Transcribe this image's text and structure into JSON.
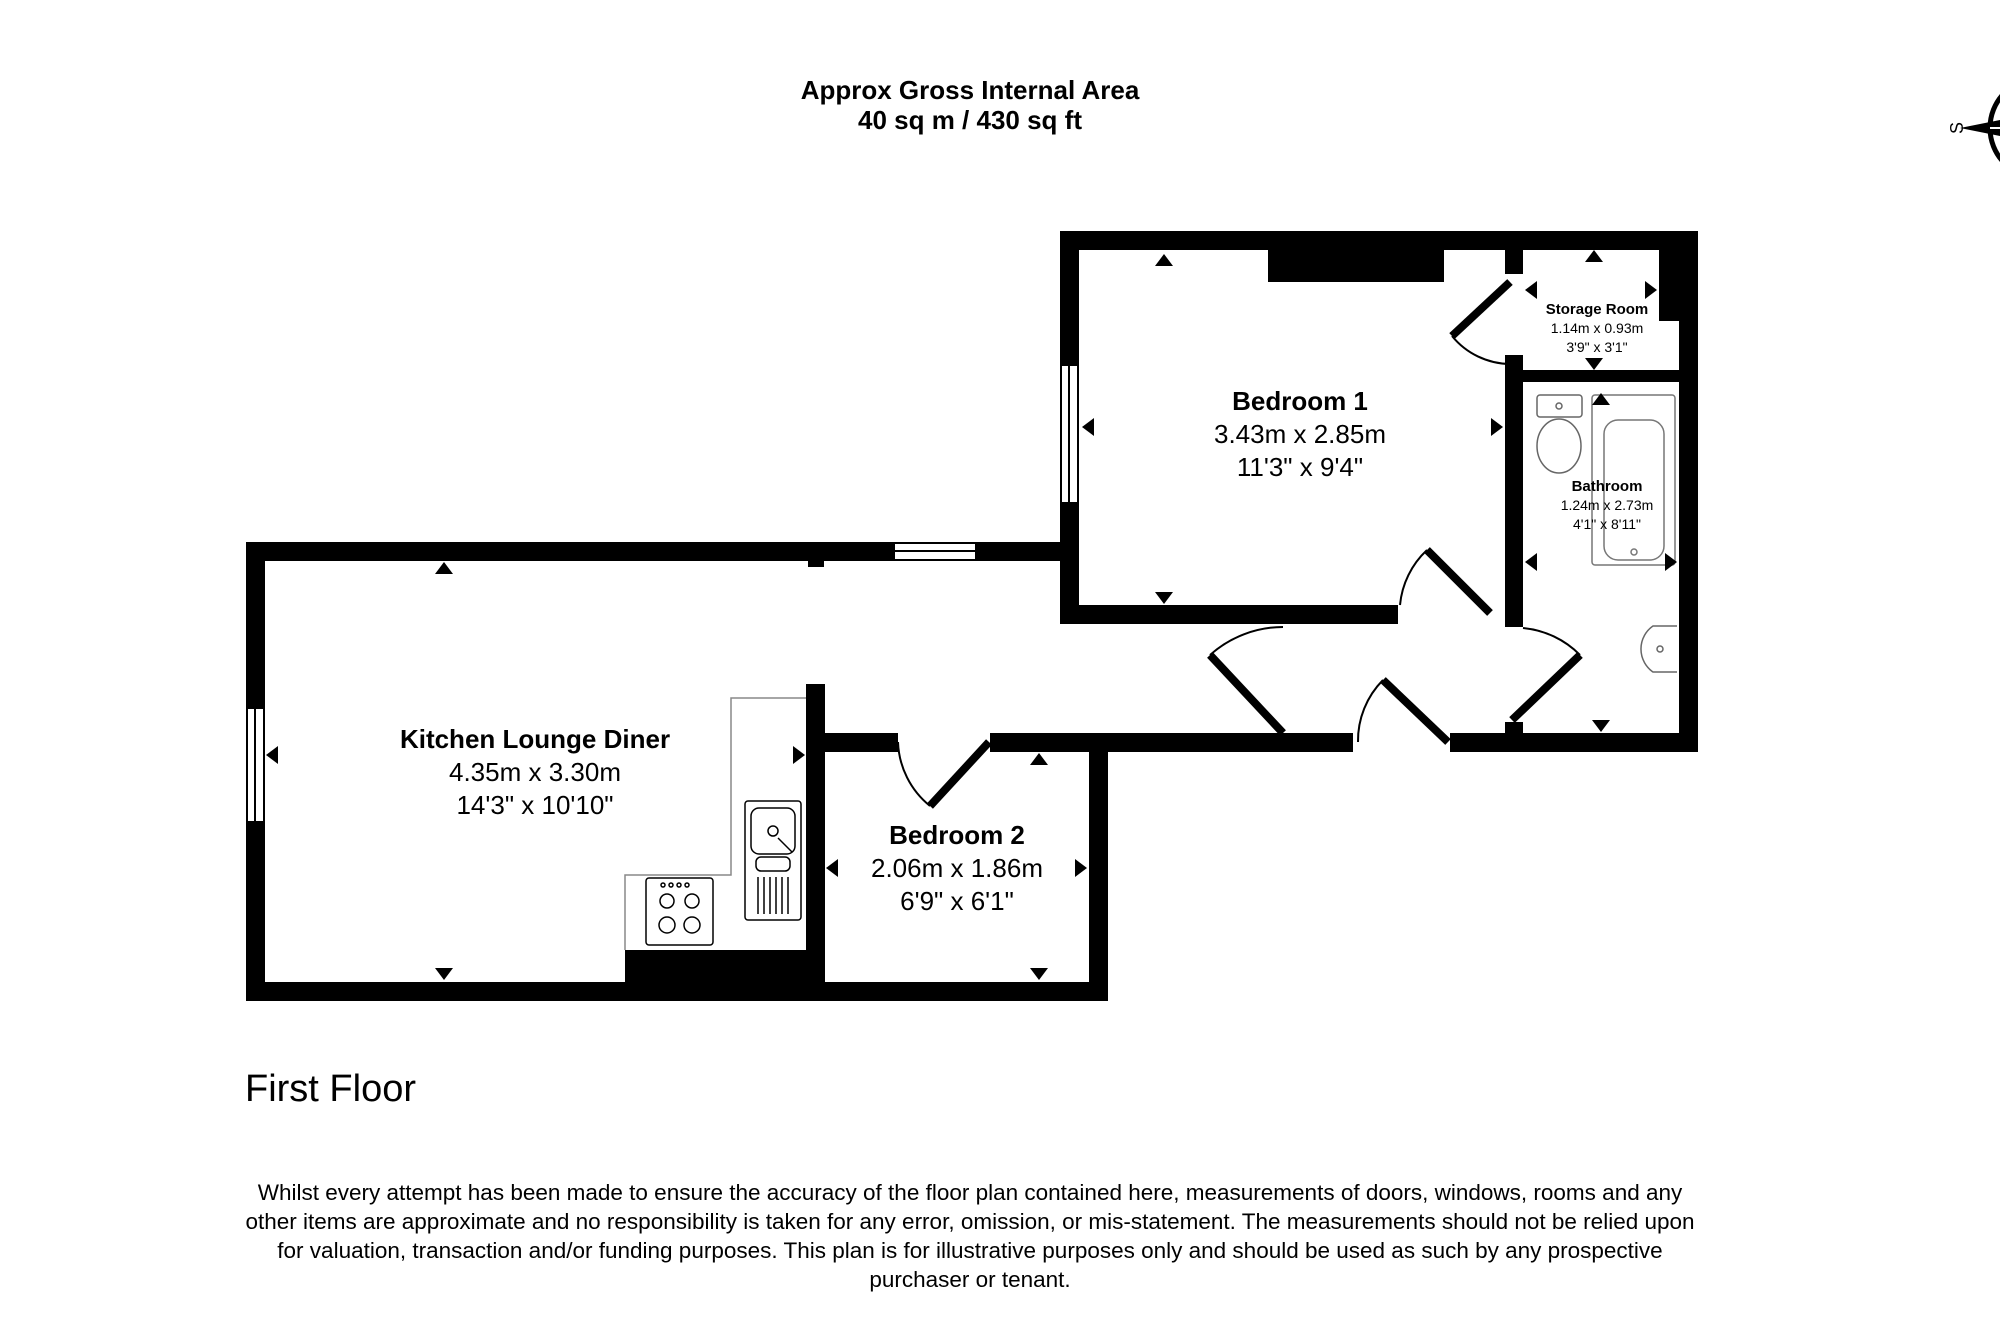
{
  "header": {
    "area_title": "Approx Gross Internal Area",
    "area_value": "40 sq m / 430 sq ft"
  },
  "compass": {
    "label": "S",
    "icon": "compass-icon"
  },
  "rooms": {
    "bedroom1": {
      "name": "Bedroom 1",
      "metric": "3.43m x 2.85m",
      "imperial": "11'3\" x 9'4\""
    },
    "storage": {
      "name": "Storage Room",
      "metric": "1.14m x 0.93m",
      "imperial": "3'9\" x 3'1\""
    },
    "bathroom": {
      "name": "Bathroom",
      "metric": "1.24m x 2.73m",
      "imperial": "4'1\" x 8'11\""
    },
    "kitchen": {
      "name": "Kitchen Lounge Diner",
      "metric": "4.35m x 3.30m",
      "imperial": "14'3\" x 10'10\""
    },
    "bedroom2": {
      "name": "Bedroom 2",
      "metric": "2.06m x 1.86m",
      "imperial": "6'9\" x 6'1\""
    }
  },
  "floor_label": "First Floor",
  "disclaimer": "Whilst every attempt has been made to ensure the accuracy of the floor plan contained here, measurements of doors, windows, rooms and any other items are approximate and no responsibility is taken for any error, omission, or mis-statement. The measurements should not be relied upon for valuation, transaction and/or funding purposes. This plan is for illustrative purposes only and should be used as such by any prospective purchaser or tenant."
}
